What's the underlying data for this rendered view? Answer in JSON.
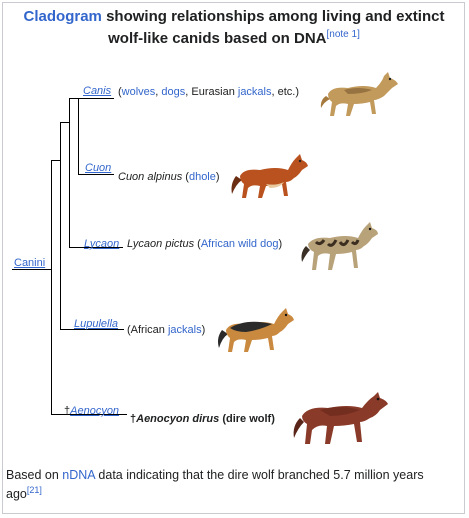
{
  "title": {
    "link": "Cladogram",
    "rest": "showing relationships among living and extinct wolf-like canids based on DNA",
    "note": "[note 1]"
  },
  "root": {
    "label": "Canini"
  },
  "taxa": [
    {
      "genus": "Canis",
      "desc_pre": "(",
      "links": [
        "wolves",
        "dogs"
      ],
      "desc_mid": ", Eurasian ",
      "link3": "jackals",
      "desc_post": ", etc.)",
      "image": "golden-jackal-icon"
    },
    {
      "genus": "Cuon",
      "species": "Cuon alpinus",
      "common": "dhole",
      "image": "dhole-icon"
    },
    {
      "genus": "Lycaon",
      "species": "Lycaon pictus",
      "common": "African wild dog",
      "image": "african-wild-dog-icon"
    },
    {
      "genus": "Lupulella",
      "desc_pre": "(African ",
      "common": "jackals",
      "desc_post": ")",
      "image": "black-backed-jackal-icon"
    },
    {
      "genus_dagger": "†",
      "genus": "Aenocyon",
      "species_dagger": "†",
      "species": "Aenocyon dirus",
      "common": "(dire wolf)",
      "image": "dire-wolf-icon"
    }
  ],
  "caption": {
    "pre": "Based on ",
    "link": "nDNA",
    "post": " data indicating that the dire wolf branched 5.7 million years ago",
    "ref": "[21]"
  },
  "colors": {
    "link": "#3366cc",
    "text": "#202122",
    "border": "#c8ccd1"
  }
}
